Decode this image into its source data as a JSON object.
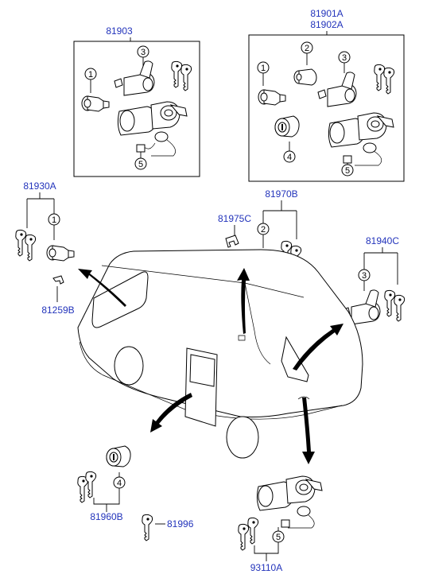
{
  "part_numbers": {
    "p81903": "81903",
    "p81901a": "81901A",
    "p81902a": "81902A",
    "p81930a": "81930A",
    "p81259b": "81259B",
    "p81975c": "81975C",
    "p81970b": "81970B",
    "p81940c": "81940C",
    "p81960b": "81960B",
    "p81996": "81996",
    "p93110a": "93110A"
  },
  "callouts": {
    "one": "1",
    "two": "2",
    "three": "3",
    "four": "4",
    "five": "5"
  },
  "colors": {
    "part_number_link": "#2233bb",
    "line_art": "#000000",
    "background": "#ffffff"
  }
}
